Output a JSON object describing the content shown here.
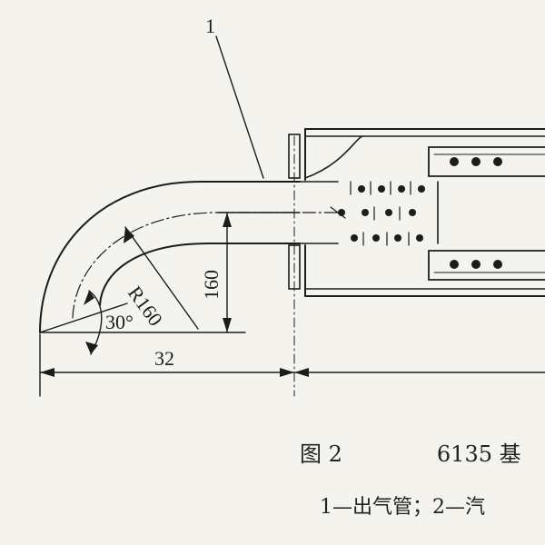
{
  "diagram": {
    "callout_label": "1",
    "angle_label": "30°",
    "radius_label": "R160",
    "vertical_dim_label": "160",
    "horizontal_dim_label": "32"
  },
  "caption": {
    "figure_number": "图 2",
    "title_text": "6135 基",
    "legend_text": "1—出气管；2—汽"
  },
  "colors": {
    "ink": "#1c1c1c",
    "paper": "#f4f3ee"
  }
}
